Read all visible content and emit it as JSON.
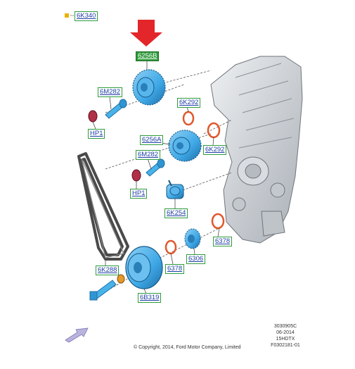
{
  "colors": {
    "highlight": "#3ea8e6",
    "callout_border": "#2e9c3c",
    "callout_text": "#1f3fa8",
    "arrow": "#e3262a",
    "seal": "#e0572b",
    "cap": "#b03048",
    "engine": "#cfd3d8"
  },
  "header": {
    "part": "6K340"
  },
  "callouts": {
    "selected": "6256B",
    "bolt_upper": "6M282",
    "cap_upper": "HP1",
    "seal_upper": "6K292",
    "sprocket_lower": "6256A",
    "seal_lower": "6K292",
    "bolt_lower": "6M282",
    "cap_lower": "HP1",
    "tensioner": "6K254",
    "seal_right": "6378",
    "belt": "6K288",
    "seal_mid": "6378",
    "gear": "6306",
    "pulley": "6B319"
  },
  "meta": {
    "line1": "3030905C",
    "line2": "06-2014",
    "line3": "15HDTX",
    "line4": "F0302181-01",
    "copyright": "© Copyright, 2014, Ford Motor Company, Limited"
  },
  "icons": {
    "back": "back-arrow-icon",
    "selected_marker": "red-down-arrow-icon"
  }
}
